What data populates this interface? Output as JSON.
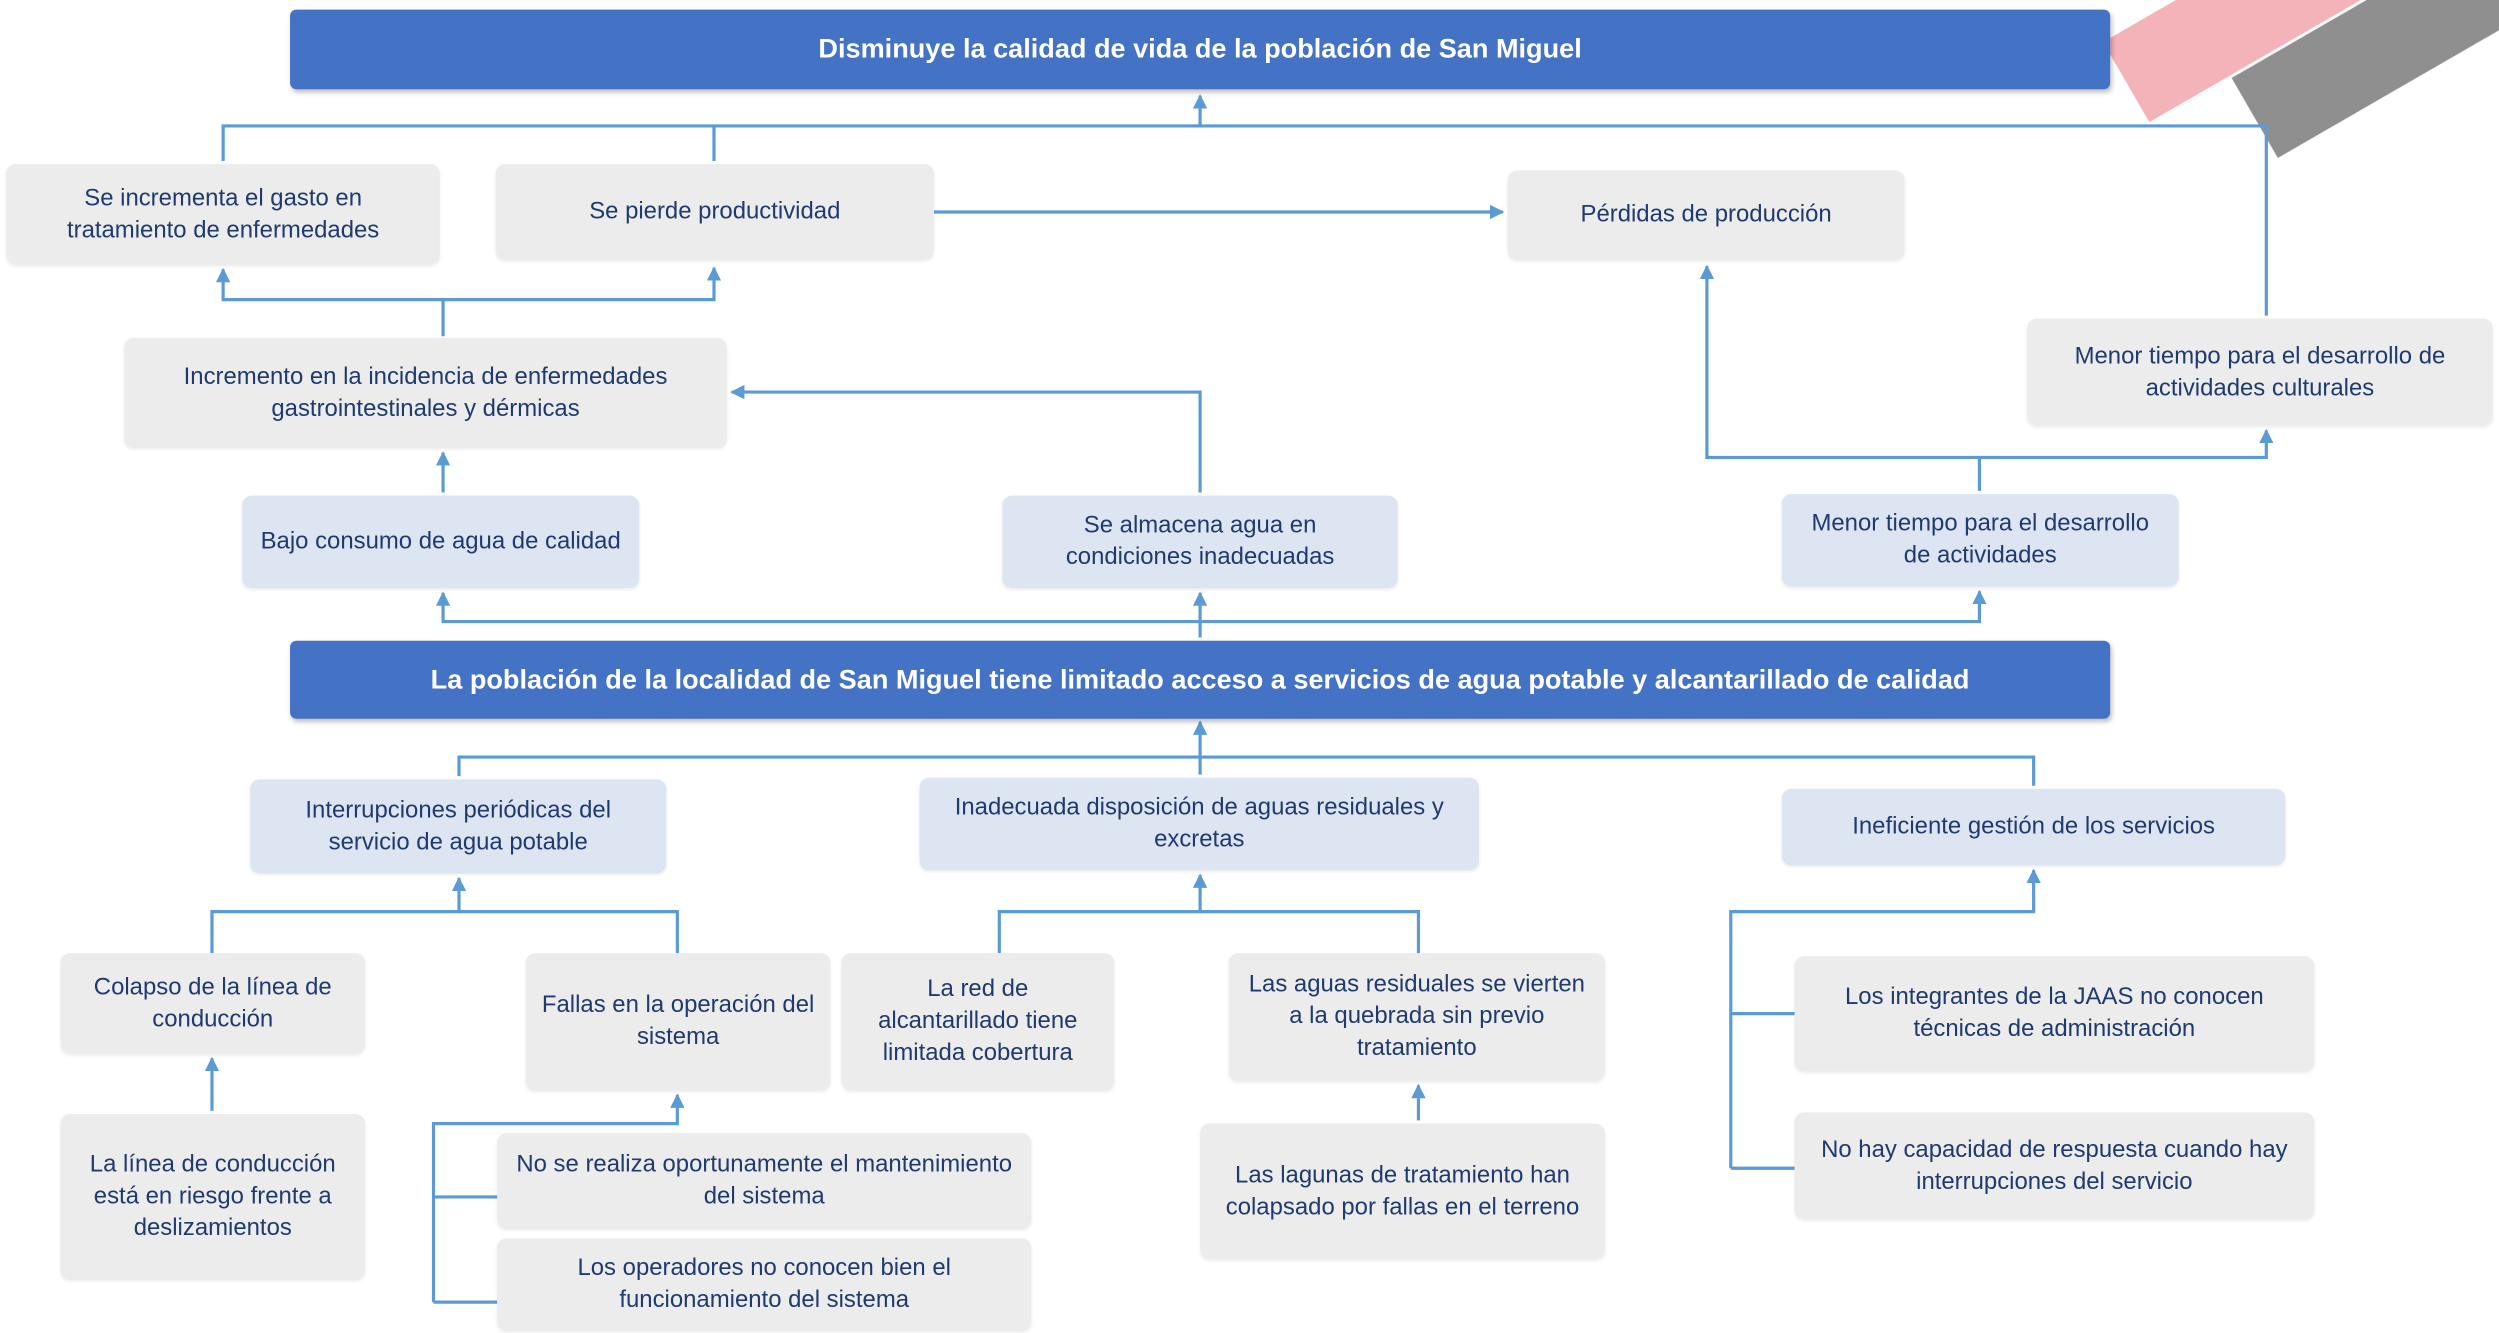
{
  "top_effect": "Disminuye la calidad de vida de la población de San Miguel",
  "central_problem": "La población de la localidad de San Miguel tiene limitado acceso a servicios de agua potable y alcantarillado de calidad",
  "effects": {
    "gasto": "Se incrementa el gasto en tratamiento de enfermedades",
    "productividad": "Se pierde productividad",
    "perdidas": "Pérdidas de producción",
    "culturales": "Menor tiempo para el desarrollo de actividades culturales",
    "incidencia": "Incremento en la incidencia de enfermedades gastrointestinales y dérmicas",
    "bajo_consumo": "Bajo consumo de agua de calidad",
    "almacena": "Se almacena agua en condiciones inadecuadas",
    "menor_tiempo": "Menor tiempo para el desarrollo de actividades"
  },
  "causes": {
    "interrupciones": "Interrupciones periódicas del servicio de agua potable",
    "disposicion": "Inadecuada disposición de aguas residuales y excretas",
    "gestion": "Ineficiente gestión de los servicios",
    "colapso": "Colapso de la línea de conducción",
    "fallas": "Fallas en la operación del sistema",
    "red": "La red de alcantarillado tiene limitada cobertura",
    "vierten": "Las aguas residuales se vierten a la quebrada sin previo tratamiento",
    "jaas": "Los integrantes de la JAAS no conocen técnicas de administración",
    "riesgo": "La línea de conducción está en riesgo frente a deslizamientos",
    "mantenimiento": "No se realiza oportunamente el mantenimiento del sistema",
    "operadores": "Los operadores no conocen bien el funcionamiento del sistema",
    "lagunas": "Las lagunas de tratamiento han colapsado por fallas en el terreno",
    "respuesta": "No hay capacidad de respuesta cuando hay interrupciones del servicio"
  },
  "colors": {
    "main_box": "#4472c4",
    "connector": "#5b9bd5",
    "effect_box": "#ececec",
    "cause_box": "#dde5f2"
  }
}
